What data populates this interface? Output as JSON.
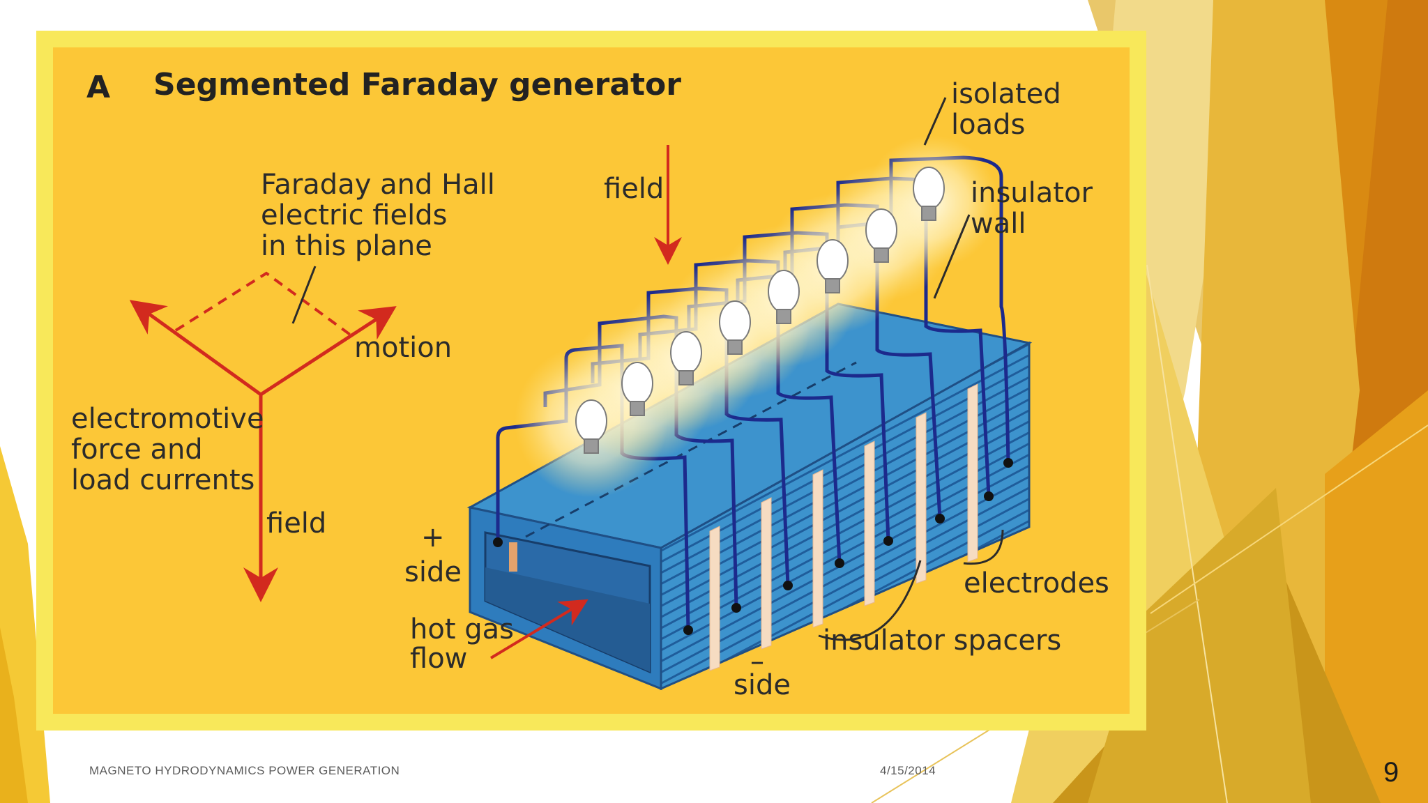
{
  "slide": {
    "footer_title": "MAGNETO HYDRODYNAMICS POWER GENERATION",
    "date": "4/15/2014",
    "page_number": "9"
  },
  "figure": {
    "panel_letter": "A",
    "title": "Segmented Faraday generator",
    "labels": {
      "plane_line1": "Faraday and Hall",
      "plane_line2": "electric fields",
      "plane_line3": "in this plane",
      "motion": "motion",
      "emf_line1": "electromotive",
      "emf_line2": "force and",
      "emf_line3": "load currents",
      "field_left": "field",
      "field_top": "field",
      "isolated_loads_line1": "isolated",
      "isolated_loads_line2": "loads",
      "insulator_wall_line1": "insulator",
      "insulator_wall_line2": "wall",
      "plus_sign": "+",
      "plus_side": "side",
      "hot_gas_line1": "hot gas",
      "hot_gas_line2": "flow",
      "electrodes": "electrodes",
      "insulator_spacers": "insulator spacers",
      "minus_sign": "–",
      "minus_side": "side"
    }
  },
  "colors": {
    "panel_yellow": "#fcc737",
    "frame_yellow": "#f8e85a",
    "arrow_red": "#d22a1e",
    "duct_blue": "#3d93cd",
    "wire_navy": "#1c2a8c",
    "accent_gold": "#e8a20f",
    "accent_orange": "#d9790f"
  }
}
